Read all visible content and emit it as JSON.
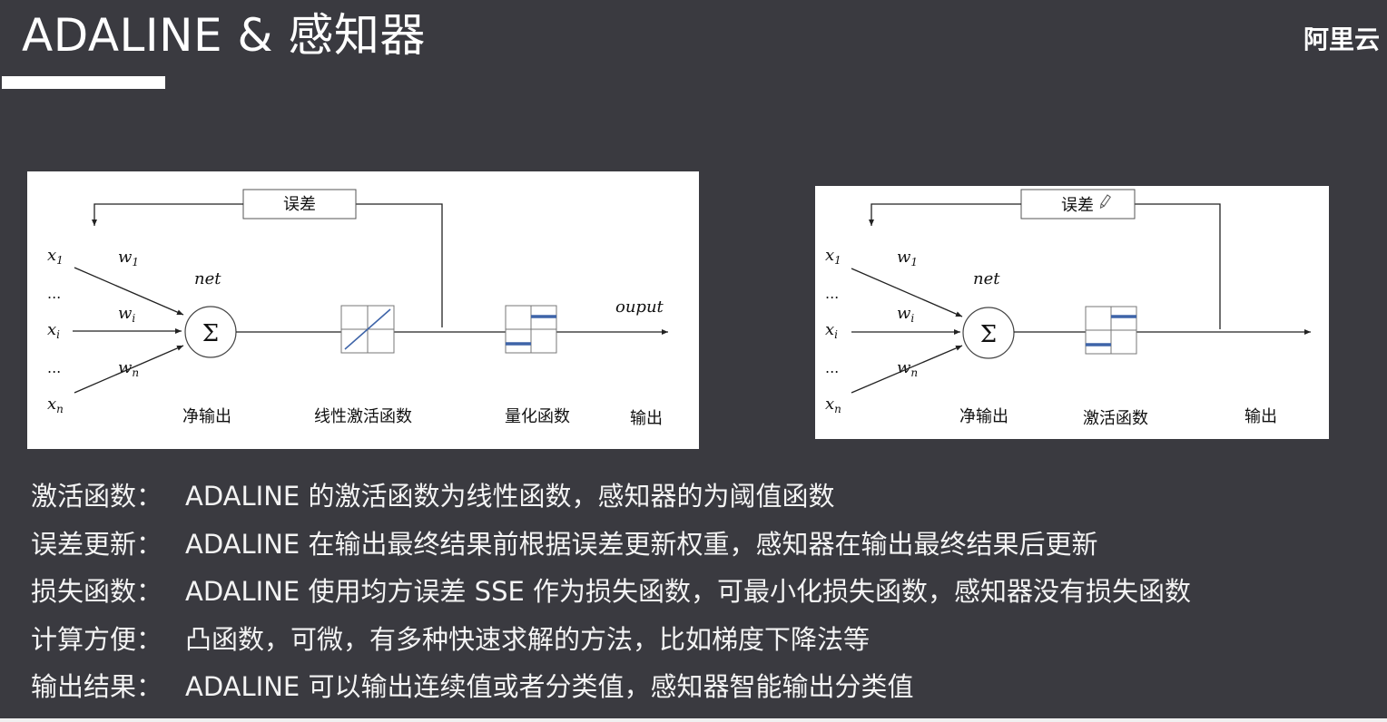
{
  "header": {
    "title": "ADALINE & 感知器",
    "brand": "阿里云"
  },
  "adaline_diagram": {
    "error_box": "误差",
    "inputs": [
      "x1",
      "...",
      "xi",
      "...",
      "xn"
    ],
    "weights": [
      "w1",
      "wi",
      "wn"
    ],
    "net_label": "net",
    "sum_symbol": "Σ",
    "output_label": "ouput",
    "stage_labels": [
      "净输出",
      "线性激活函数",
      "量化函数",
      "输出"
    ]
  },
  "perceptron_diagram": {
    "error_box": "误差",
    "inputs": [
      "x1",
      "...",
      "xi",
      "...",
      "xn"
    ],
    "weights": [
      "w1",
      "wi",
      "wn"
    ],
    "net_label": "net",
    "sum_symbol": "Σ",
    "stage_labels": [
      "净输出",
      "激活函数",
      "输出"
    ]
  },
  "colors": {
    "background": "#3a3a40",
    "step_function": "#3e64a8"
  },
  "notes": [
    {
      "label": "激活函数：",
      "text": "ADALINE 的激活函数为线性函数，感知器的为阈值函数"
    },
    {
      "label": "误差更新：",
      "text": "ADALINE 在输出最终结果前根据误差更新权重，感知器在输出最终结果后更新"
    },
    {
      "label": "损失函数：",
      "text": "ADALINE 使用均方误差 SSE 作为损失函数，可最小化损失函数，感知器没有损失函数"
    },
    {
      "label": "计算方便：",
      "text": "凸函数，可微，有多种快速求解的方法，比如梯度下降法等"
    },
    {
      "label": "输出结果：",
      "text": "ADALINE 可以输出连续值或者分类值，感知器智能输出分类值"
    }
  ]
}
